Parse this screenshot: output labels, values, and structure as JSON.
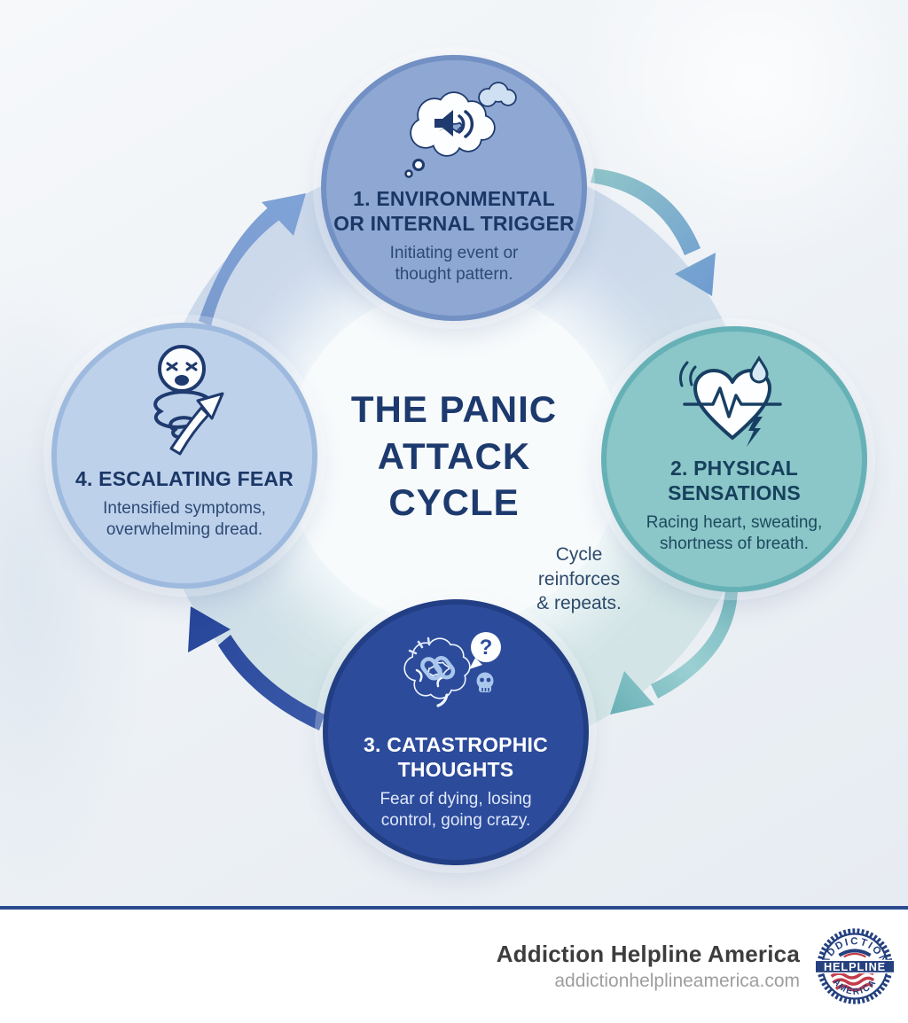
{
  "title": "THE PANIC\nATTACK\nCYCLE",
  "cycle_note": "Cycle\nreinforces\n& repeats.",
  "stages": [
    {
      "title": "1. ENVIRONMENTAL\nOR INTERNAL TRIGGER",
      "description": "Initiating event or\nthought pattern.",
      "icon": "thought-bubble-speaker-icon"
    },
    {
      "title": "2. PHYSICAL\nSENSATIONS",
      "description": "Racing heart, sweating,\nshortness of breath.",
      "icon": "racing-heart-icon"
    },
    {
      "title": "3. CATASTROPHIC\nTHOUGHTS",
      "description": "Fear of dying, losing\ncontrol, going crazy.",
      "icon": "brain-broken-link-skull-icon",
      "bubble_glyph": "?"
    },
    {
      "title": "4. ESCALATING FEAR",
      "description": "Intensified symptoms,\noverwhelming dread.",
      "icon": "distressed-face-spiral-icon"
    }
  ],
  "footer": {
    "brand": "Addiction Helpline America",
    "website": "addictionhelplineamerica.com",
    "badge": {
      "arc_top": "ADDICTION",
      "banner": "HELPLINE",
      "arc_bottom": "AMERICA"
    }
  },
  "colors": {
    "stage1_fill": "#8ea8d3",
    "stage1_border": "#7290c4",
    "stage2_fill": "#8bc6c8",
    "stage2_border": "#66b1b6",
    "stage3_fill": "#2c4b9b",
    "stage3_border": "#223e84",
    "stage4_fill": "#bed1eb",
    "stage4_border": "#9dbade",
    "title_navy": "#1d3a6e",
    "rule_navy": "#2b4a8f",
    "badge_navy": "#24407f",
    "badge_red": "#c23b4a",
    "ring_blue": "#ccd9eb",
    "ring_teal": "#d2e4e6"
  }
}
